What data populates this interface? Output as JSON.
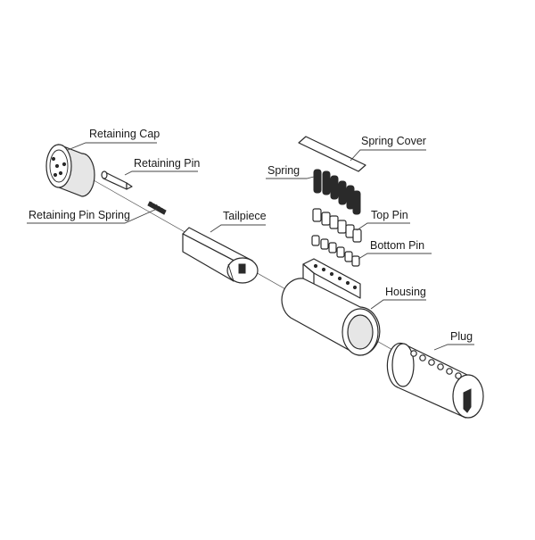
{
  "labels": {
    "retaining_cap": "Retaining Cap",
    "retaining_pin": "Retaining Pin",
    "retaining_pin_spring": "Retaining Pin Spring",
    "tailpiece": "Tailpiece",
    "spring_cover": "Spring Cover",
    "spring": "Spring",
    "top_pin": "Top Pin",
    "bottom_pin": "Bottom Pin",
    "housing": "Housing",
    "plug": "Plug"
  }
}
